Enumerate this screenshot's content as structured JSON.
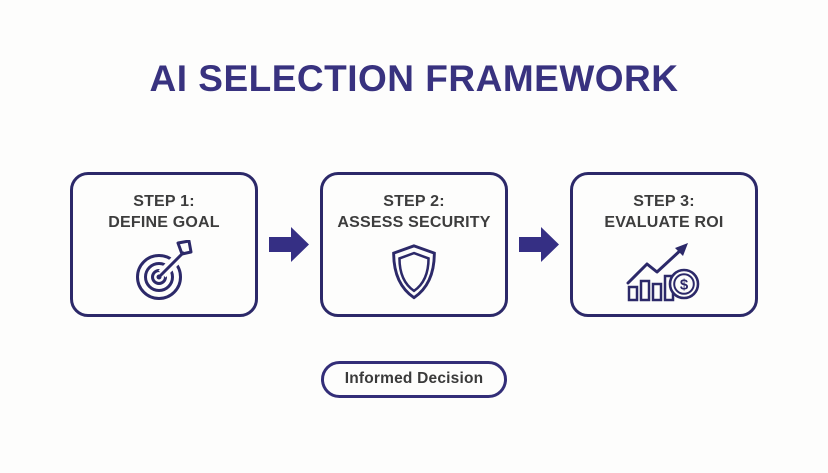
{
  "title": "AI SELECTION FRAMEWORK",
  "steps": [
    {
      "line1": "STEP 1:",
      "line2": "DEFINE GOAL",
      "icon": "target-goal-icon"
    },
    {
      "line1": "STEP 2:",
      "line2": "ASSESS SECURITY",
      "icon": "shield-icon"
    },
    {
      "line1": "STEP 3:",
      "line2": "EVALUATE ROI",
      "icon": "roi-growth-icon"
    }
  ],
  "connector_icon": "arrow-right-icon",
  "result_label": "Informed Decision",
  "roi_icon_currency": "$",
  "colors": {
    "background": "#fdfdfc",
    "title": "#38327f",
    "box_border": "#2c2969",
    "box_text": "#3d3d3d",
    "arrow": "#352f84",
    "icon_stroke": "#2c2969",
    "pill_border": "#332e78",
    "pill_text": "#3a3a3a"
  }
}
